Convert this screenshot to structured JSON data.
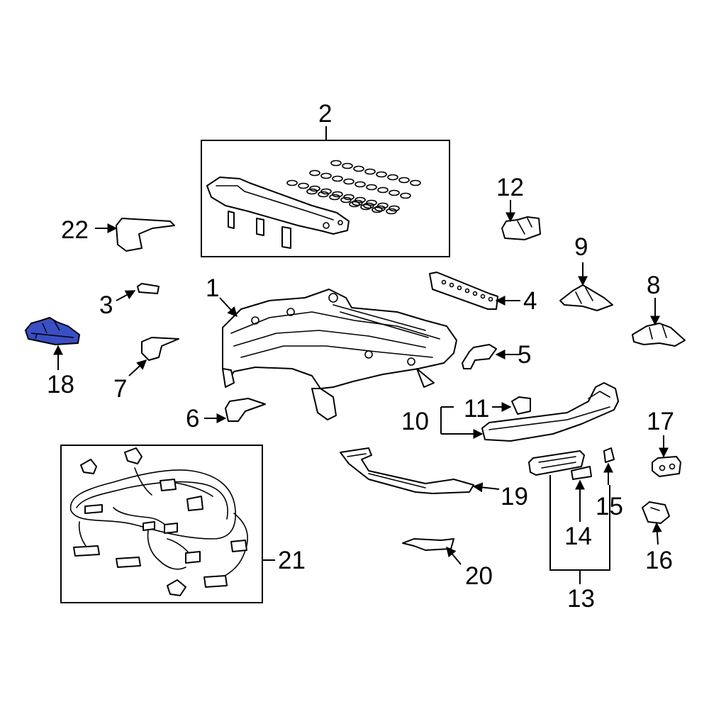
{
  "callouts": {
    "c1": "1",
    "c2": "2",
    "c3": "3",
    "c4": "4",
    "c5": "5",
    "c6": "6",
    "c7": "7",
    "c8": "8",
    "c9": "9",
    "c10": "10",
    "c11": "11",
    "c12": "12",
    "c13": "13",
    "c14": "14",
    "c15": "15",
    "c16": "16",
    "c17": "17",
    "c18": "18",
    "c19": "19",
    "c20": "20",
    "c21": "21",
    "c22": "22"
  },
  "highlight": {
    "part": "18",
    "color": "#3a4fc4"
  },
  "colors": {
    "line": "#000000",
    "background": "#ffffff"
  }
}
